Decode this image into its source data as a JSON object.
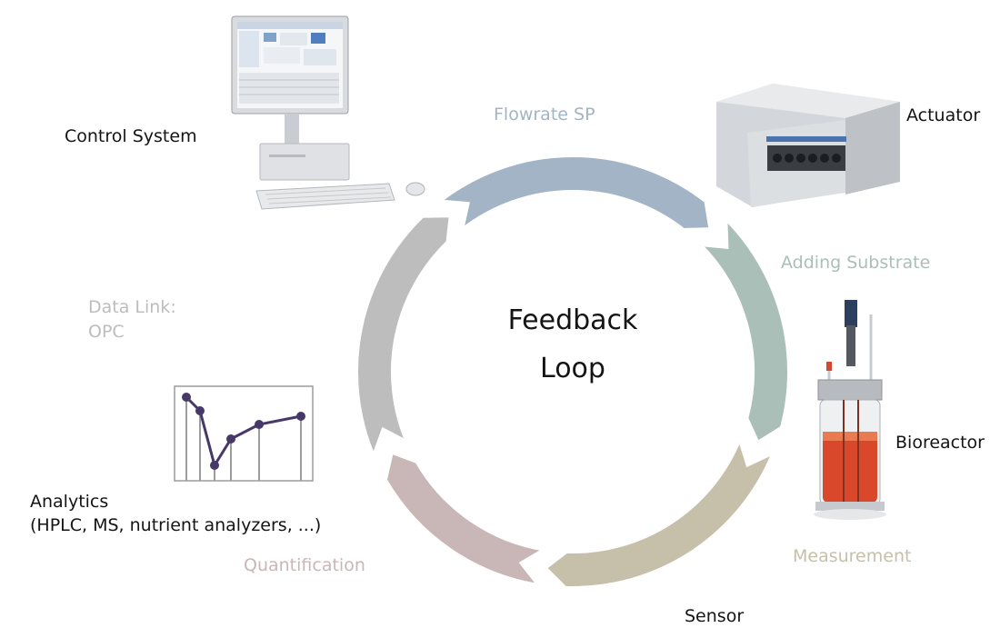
{
  "center": {
    "line1": "Feedback",
    "line2": "Loop"
  },
  "phases": {
    "flowrate": "Flowrate SP",
    "substrate": "Adding Substrate",
    "measurement": "Measurement",
    "quantification": "Quantification",
    "datalink_1": "Data Link:",
    "datalink_2": "OPC"
  },
  "components": {
    "control_system": "Control System",
    "actuator": "Actuator",
    "bioreactor": "Bioreactor",
    "sensor": "Sensor",
    "analytics_1": "Analytics",
    "analytics_2": "(HPLC, MS, nutrient analyzers, ...)"
  },
  "colors": {
    "flowrate": "#a2b4c6",
    "substrate": "#a9bfb7",
    "measurement": "#c6bfaa",
    "quantification": "#c8b7b6",
    "datalink": "#bdbdbd",
    "analytics_line": "#463869"
  },
  "icons": [
    "computer-monitor-icon",
    "pump-module-icon",
    "bioreactor-vessel-icon",
    "line-chart-icon"
  ]
}
